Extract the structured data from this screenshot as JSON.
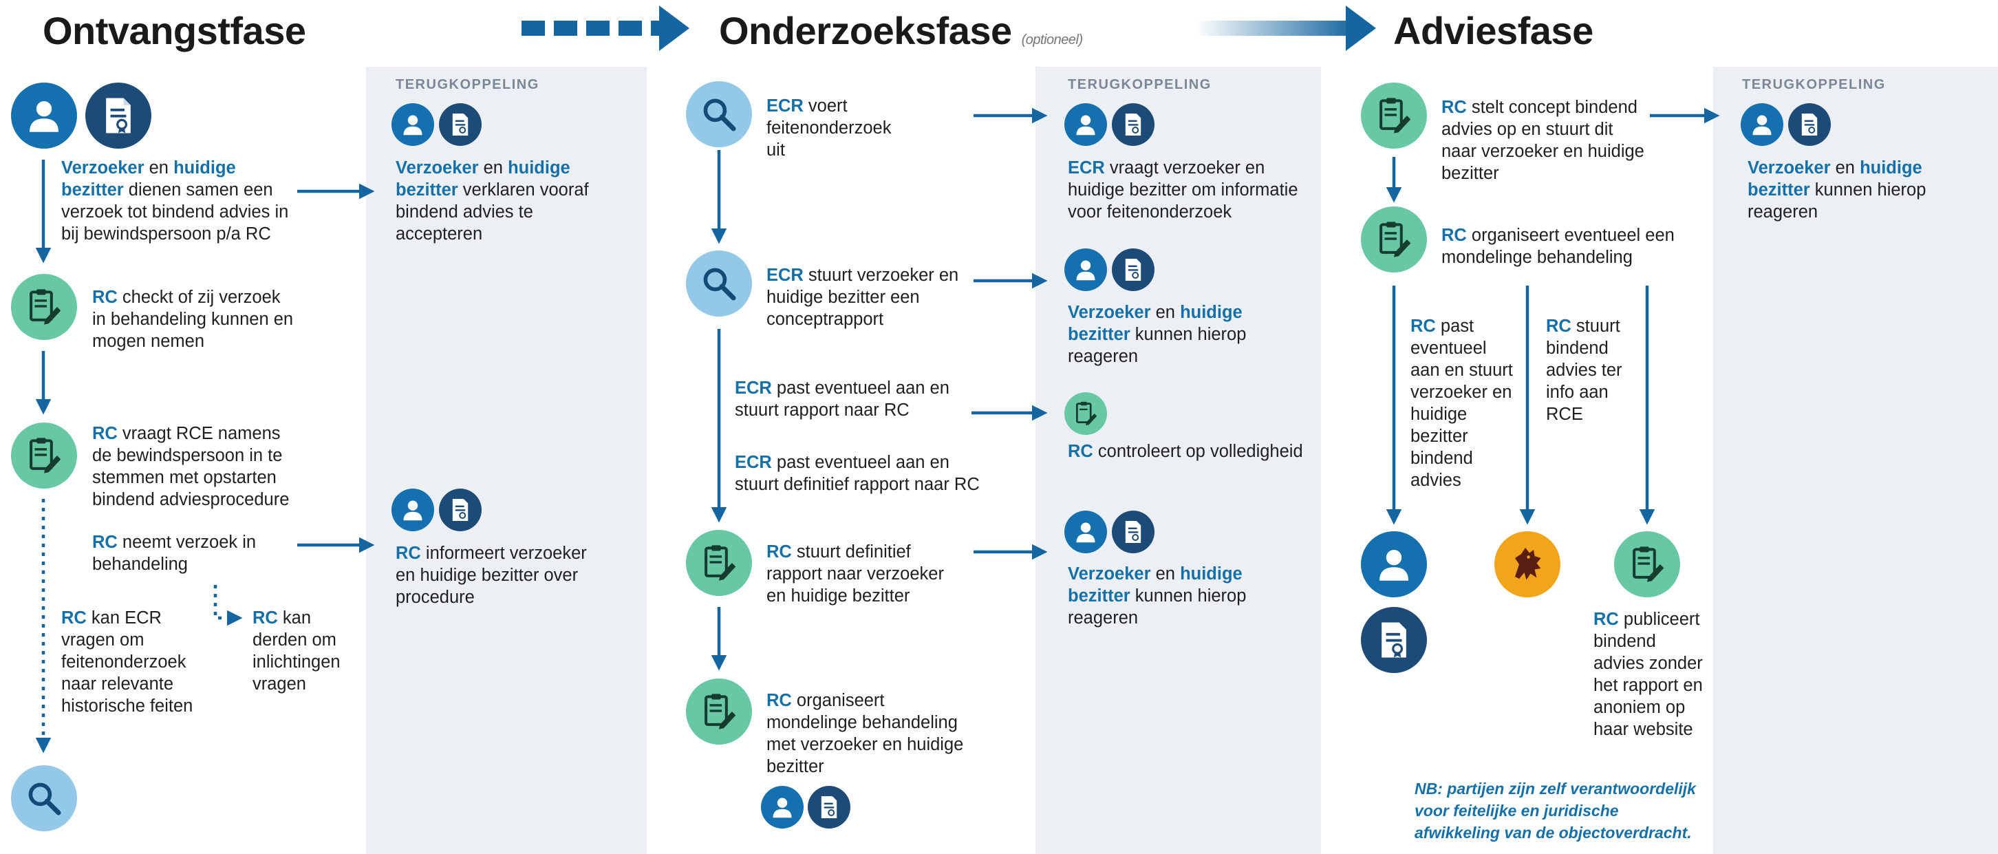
{
  "phases": {
    "ontvangst": "Ontvangstfase",
    "onderzoek": "Onderzoeksfase",
    "onderzoek_note": "(optioneel)",
    "advies": "Adviesfase"
  },
  "feedback_label": "TERUGKOPPELING",
  "col1": {
    "s1_b1": "Verzoeker",
    "s1_t1": " en ",
    "s1_b2": "huidige bezitter",
    "s1_t2": " dienen samen een verzoek tot bindend advies in bij bewindspersoon p/a RC",
    "s2_b": "RC",
    "s2_t": " checkt of zij verzoek in behandeling kunnen en mogen nemen",
    "s3_b": "RC",
    "s3_t": " vraagt RCE namens de bewindspersoon in te stemmen met opstarten bindend adviesprocedure",
    "s4_b": "RC",
    "s4_t": " neemt verzoek in behandeling",
    "s5_b": "RC",
    "s5_t": " kan ECR vragen om feitenonderzoek naar relevante historische feiten",
    "s6_b": "RC",
    "s6_t": " kan derden om inlichtingen vragen"
  },
  "fb1": {
    "a_b1": "Verzoeker",
    "a_t1": " en ",
    "a_b2": "huidige bezitter",
    "a_t2": " verklaren vooraf bindend advies te accepteren",
    "b_b": "RC",
    "b_t": " informeert verzoeker en huidige bezitter over procedure"
  },
  "col2": {
    "s1_b": "ECR",
    "s1_t": " voert feitenonderzoek uit",
    "s2_b": "ECR",
    "s2_t": " stuurt verzoeker en huidige bezitter een conceptrapport",
    "s3_b": "ECR",
    "s3_t": " past eventueel aan en stuurt rapport naar RC",
    "s4_b": "ECR",
    "s4_t": " past eventueel aan en stuurt definitief rapport naar RC",
    "s5_b": "RC",
    "s5_t": " stuurt definitief rapport naar verzoeker en huidige bezitter",
    "s6_b": "RC",
    "s6_t": " organiseert mondelinge behandeling met verzoeker en huidige bezitter"
  },
  "fb2": {
    "a_b": "ECR",
    "a_t": " vraagt verzoeker en huidige bezitter om informatie voor feitenonderzoek",
    "b_b1": "Verzoeker",
    "b_t1": " en ",
    "b_b2": "huidige bezitter",
    "b_t2": " kunnen hierop reageren",
    "c_b": "RC",
    "c_t": " controleert op volledigheid",
    "d_b1": "Verzoeker",
    "d_t1": " en ",
    "d_b2": "huidige bezitter",
    "d_t2": " kunnen hierop reageren"
  },
  "col3": {
    "s1_b": "RC",
    "s1_t": " stelt concept bindend advies op en stuurt dit naar verzoeker en huidige bezitter",
    "s2_b": "RC",
    "s2_t": " organiseert eventueel een mondelinge behandeling",
    "s3_b": "RC",
    "s3_t": " past eventueel aan en stuurt verzoeker en huidige bezitter bindend advies",
    "s4_b": "RC",
    "s4_t": " stuurt bindend advies ter info aan RCE",
    "s5_b": "RC",
    "s5_t": " publiceert bindend advies zonder het rapport en anoniem op haar website",
    "nb": "NB: partijen zijn zelf verantwoordelijk voor feitelijke en juridische afwikkeling van de objectoverdracht."
  },
  "fb3": {
    "a_b1": "Verzoeker",
    "a_t1": " en ",
    "a_b2": "bezitter",
    "a_t2": " kunnen hierop reageren",
    "a_b0": "huidige"
  },
  "colors": {
    "accent": "#1670a8",
    "arrow": "#1566a0",
    "panel": "#eceff4",
    "person": "#1570b0",
    "document": "#1d4b78",
    "rc": "#67c8a3",
    "ecr": "#93c8e8",
    "rce": "#f2a41a"
  },
  "icons": [
    "person-icon",
    "document-seal-icon",
    "rc-document-icon",
    "magnifier-icon",
    "lion-icon"
  ]
}
